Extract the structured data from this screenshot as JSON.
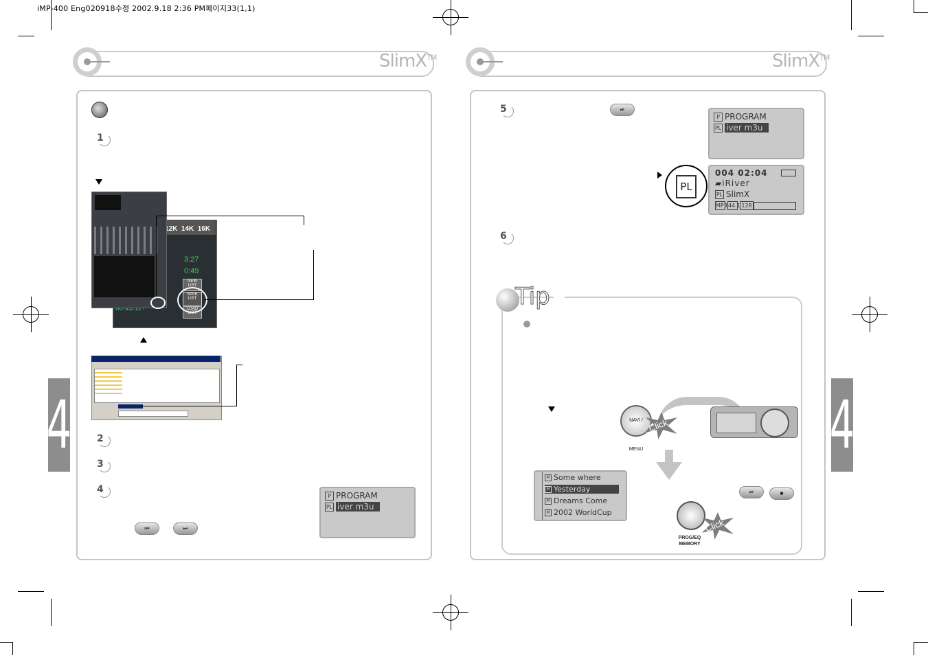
{
  "print_header": "iMP-400 Eng020918수정  2002.9.18 2:36 PM페이지33(1,1)",
  "brand": {
    "name": "SlimX",
    "tm": "TM"
  },
  "chapter_number": "4",
  "left_page": {
    "steps": [
      "1",
      "2",
      "3",
      "4"
    ],
    "program_lcd": {
      "title": "PROGRAM",
      "p_icon": "P",
      "pl_icon": "PL",
      "entry": "iver m3u"
    },
    "winamp": {
      "time1": "3:27",
      "time2": "0:49",
      "counter": "00:43:11+",
      "bands": "12K  14K  16K",
      "btn_new": "NEW LIST",
      "btn_save": "SAVE LIST",
      "btn_load": "LOAD LIST"
    },
    "nav_buttons": [
      "prev-icon",
      "next-icon"
    ]
  },
  "right_page": {
    "steps": [
      "5",
      "6"
    ],
    "program_lcd": {
      "title": "PROGRAM",
      "p_icon": "P",
      "pl_icon": "PL",
      "entry": "iver m3u"
    },
    "play_lcd": {
      "track": "004",
      "time": "02:04",
      "folder": "iRiver",
      "file": "SlimX",
      "codec": "MP3",
      "khz": "44.1",
      "kbps": "128",
      "pl_icon": "PL"
    },
    "pl_zoom": "PL",
    "tip": {
      "title": "Tip",
      "nav_button": "NAVI / MENU",
      "click1": "Click",
      "click2": "Click",
      "prog_label_1": "PROG/EQ",
      "prog_label_2": "MEMORY",
      "playlist": [
        "Some where",
        "Yesterday",
        "Dreams Come",
        "2002 WorldCup"
      ],
      "playlist_icon": "M"
    }
  },
  "colors": {
    "frame_gray": "#c4c4c4",
    "tab_gray": "#8d8d8d",
    "lcd_bg": "#c9c9c9",
    "winamp_green": "#39d353"
  }
}
